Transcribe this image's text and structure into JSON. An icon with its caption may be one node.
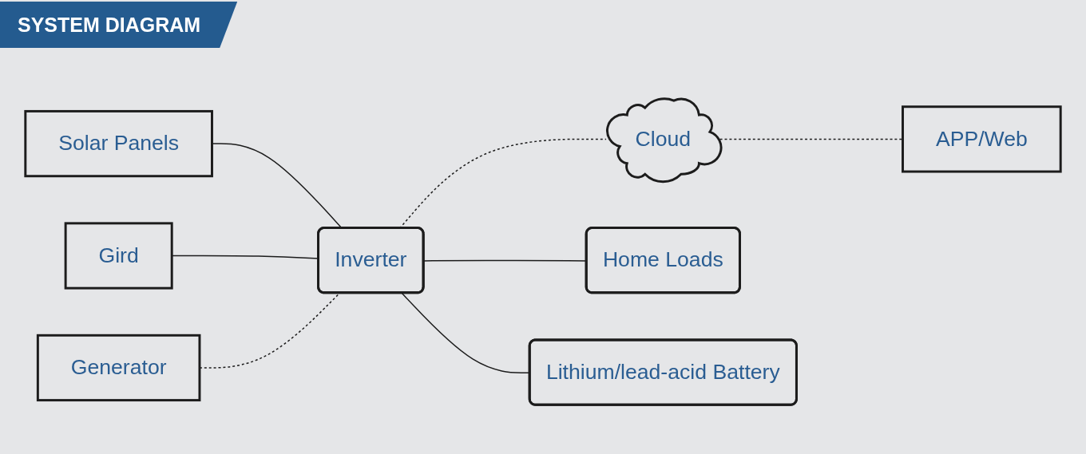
{
  "diagram": {
    "title": "SYSTEM DIAGRAM",
    "nodes": [
      {
        "text": [
          "Cloud"
        ]
      },
      {
        "text": [
          "APP/Web"
        ]
      },
      {
        "text": [
          "Solar Panels"
        ]
      },
      {
        "text": [
          "Inverter"
        ]
      },
      {
        "text": [
          "Home Loads"
        ]
      },
      {
        "text": [
          "Gird"
        ]
      },
      {
        "text": [
          "Lithium/lead-acid Battery"
        ]
      },
      {
        "text": [
          "Generator"
        ]
      }
    ],
    "edges": [
      {
        "from": 0,
        "to": 1,
        "arrow": "none",
        "style": "dashed"
      },
      {
        "from": 3,
        "to": 0,
        "arrow": "none",
        "style": "dashed"
      },
      {
        "from": 2,
        "to": 3,
        "arrow": "none"
      },
      {
        "from": 5,
        "to": 3,
        "arrow": "none"
      },
      {
        "from": 7,
        "to": 3,
        "arrow": "none",
        "style": "dashed"
      },
      {
        "from": 3,
        "to": 4,
        "arrow": "none"
      },
      {
        "from": 3,
        "to": 6,
        "arrow": "none"
      }
    ]
  }
}
